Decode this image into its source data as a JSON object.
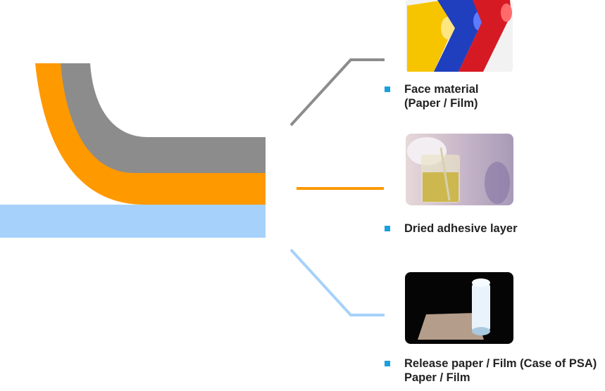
{
  "colors": {
    "face": "#8c8c8c",
    "adhesive": "#ff9900",
    "release": "#a6d1fb",
    "bullet": "#1aa0dd",
    "text": "#222222"
  },
  "layers": [
    {
      "id": "face",
      "name_lines": [
        "Face material",
        "(Paper / Film)"
      ],
      "image": "colored-film-rolls"
    },
    {
      "id": "adhesive",
      "name_lines": [
        "Dried adhesive layer"
      ],
      "image": "adhesive-beaker"
    },
    {
      "id": "release",
      "name_lines": [
        "Release paper / Film (Case of PSA)",
        "Paper / Film"
      ],
      "image": "release-film-roll"
    }
  ]
}
